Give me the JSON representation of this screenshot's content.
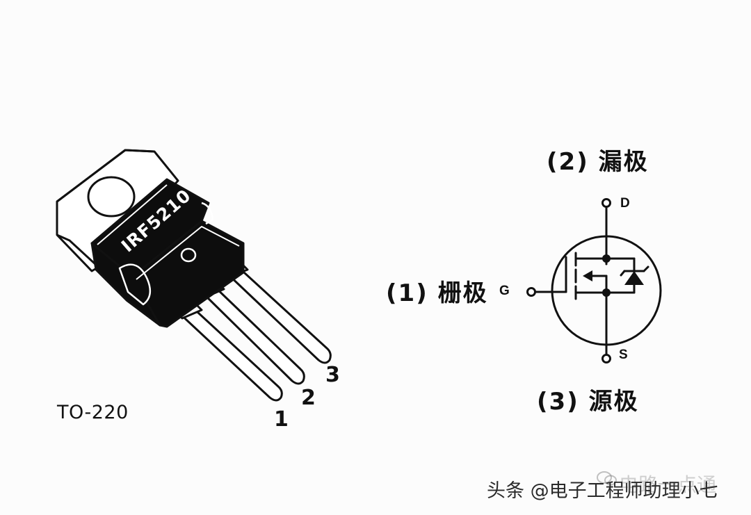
{
  "package": {
    "name": "TO-220",
    "part_number": "IRF5210",
    "pins": [
      "1",
      "2",
      "3"
    ]
  },
  "symbol": {
    "drain": {
      "label": "(2) 漏极",
      "terminal": "D"
    },
    "gate": {
      "label": "(1) 栅极",
      "terminal": "G"
    },
    "source": {
      "label": "(3) 源极",
      "terminal": "S"
    }
  },
  "watermark": {
    "text": "头条 @电子工程师助理小七",
    "faint_text": "电路一点通",
    "icon": "wechat-icon"
  },
  "colors": {
    "ink": "#111111",
    "background": "#fcfcfc"
  }
}
